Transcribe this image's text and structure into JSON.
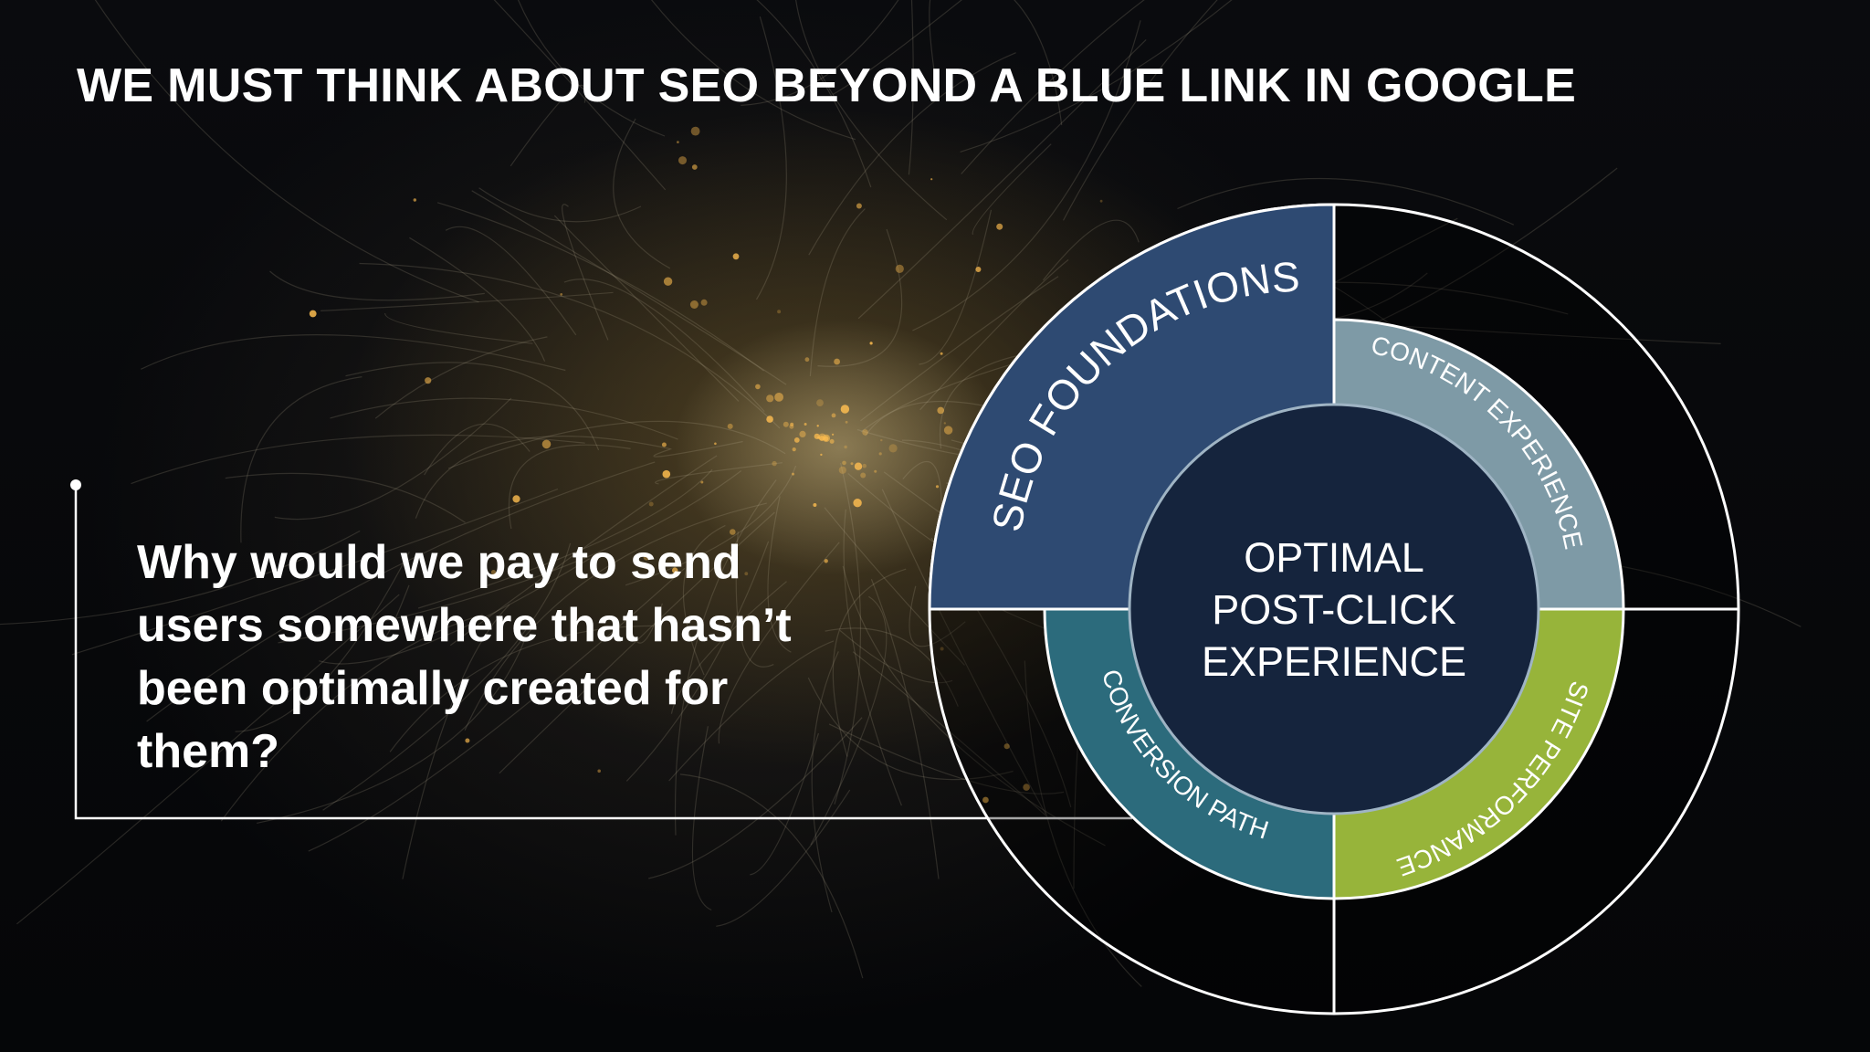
{
  "slide": {
    "title": "WE MUST THINK ABOUT SEO BEYOND A BLUE LINK IN GOOGLE",
    "question": "Why would we pay to send users somewhere that hasn’t been optimally created for them?"
  },
  "diagram": {
    "outer_segments": [
      {
        "label": "SEO FOUNDATIONS",
        "color": "#2e4a72"
      }
    ],
    "inner_segments": [
      {
        "label": "CONTENT EXPERIENCE",
        "color": "#7e9aa6"
      },
      {
        "label": "SITE PERFORMANCE",
        "color": "#97b43a"
      },
      {
        "label": "CONVERSION PATH",
        "color": "#2c6b7c"
      }
    ],
    "center": {
      "lines": [
        "OPTIMAL",
        "POST-CLICK",
        "EXPERIENCE"
      ],
      "color": "#15243d"
    },
    "outline_color": "#ffffff"
  }
}
